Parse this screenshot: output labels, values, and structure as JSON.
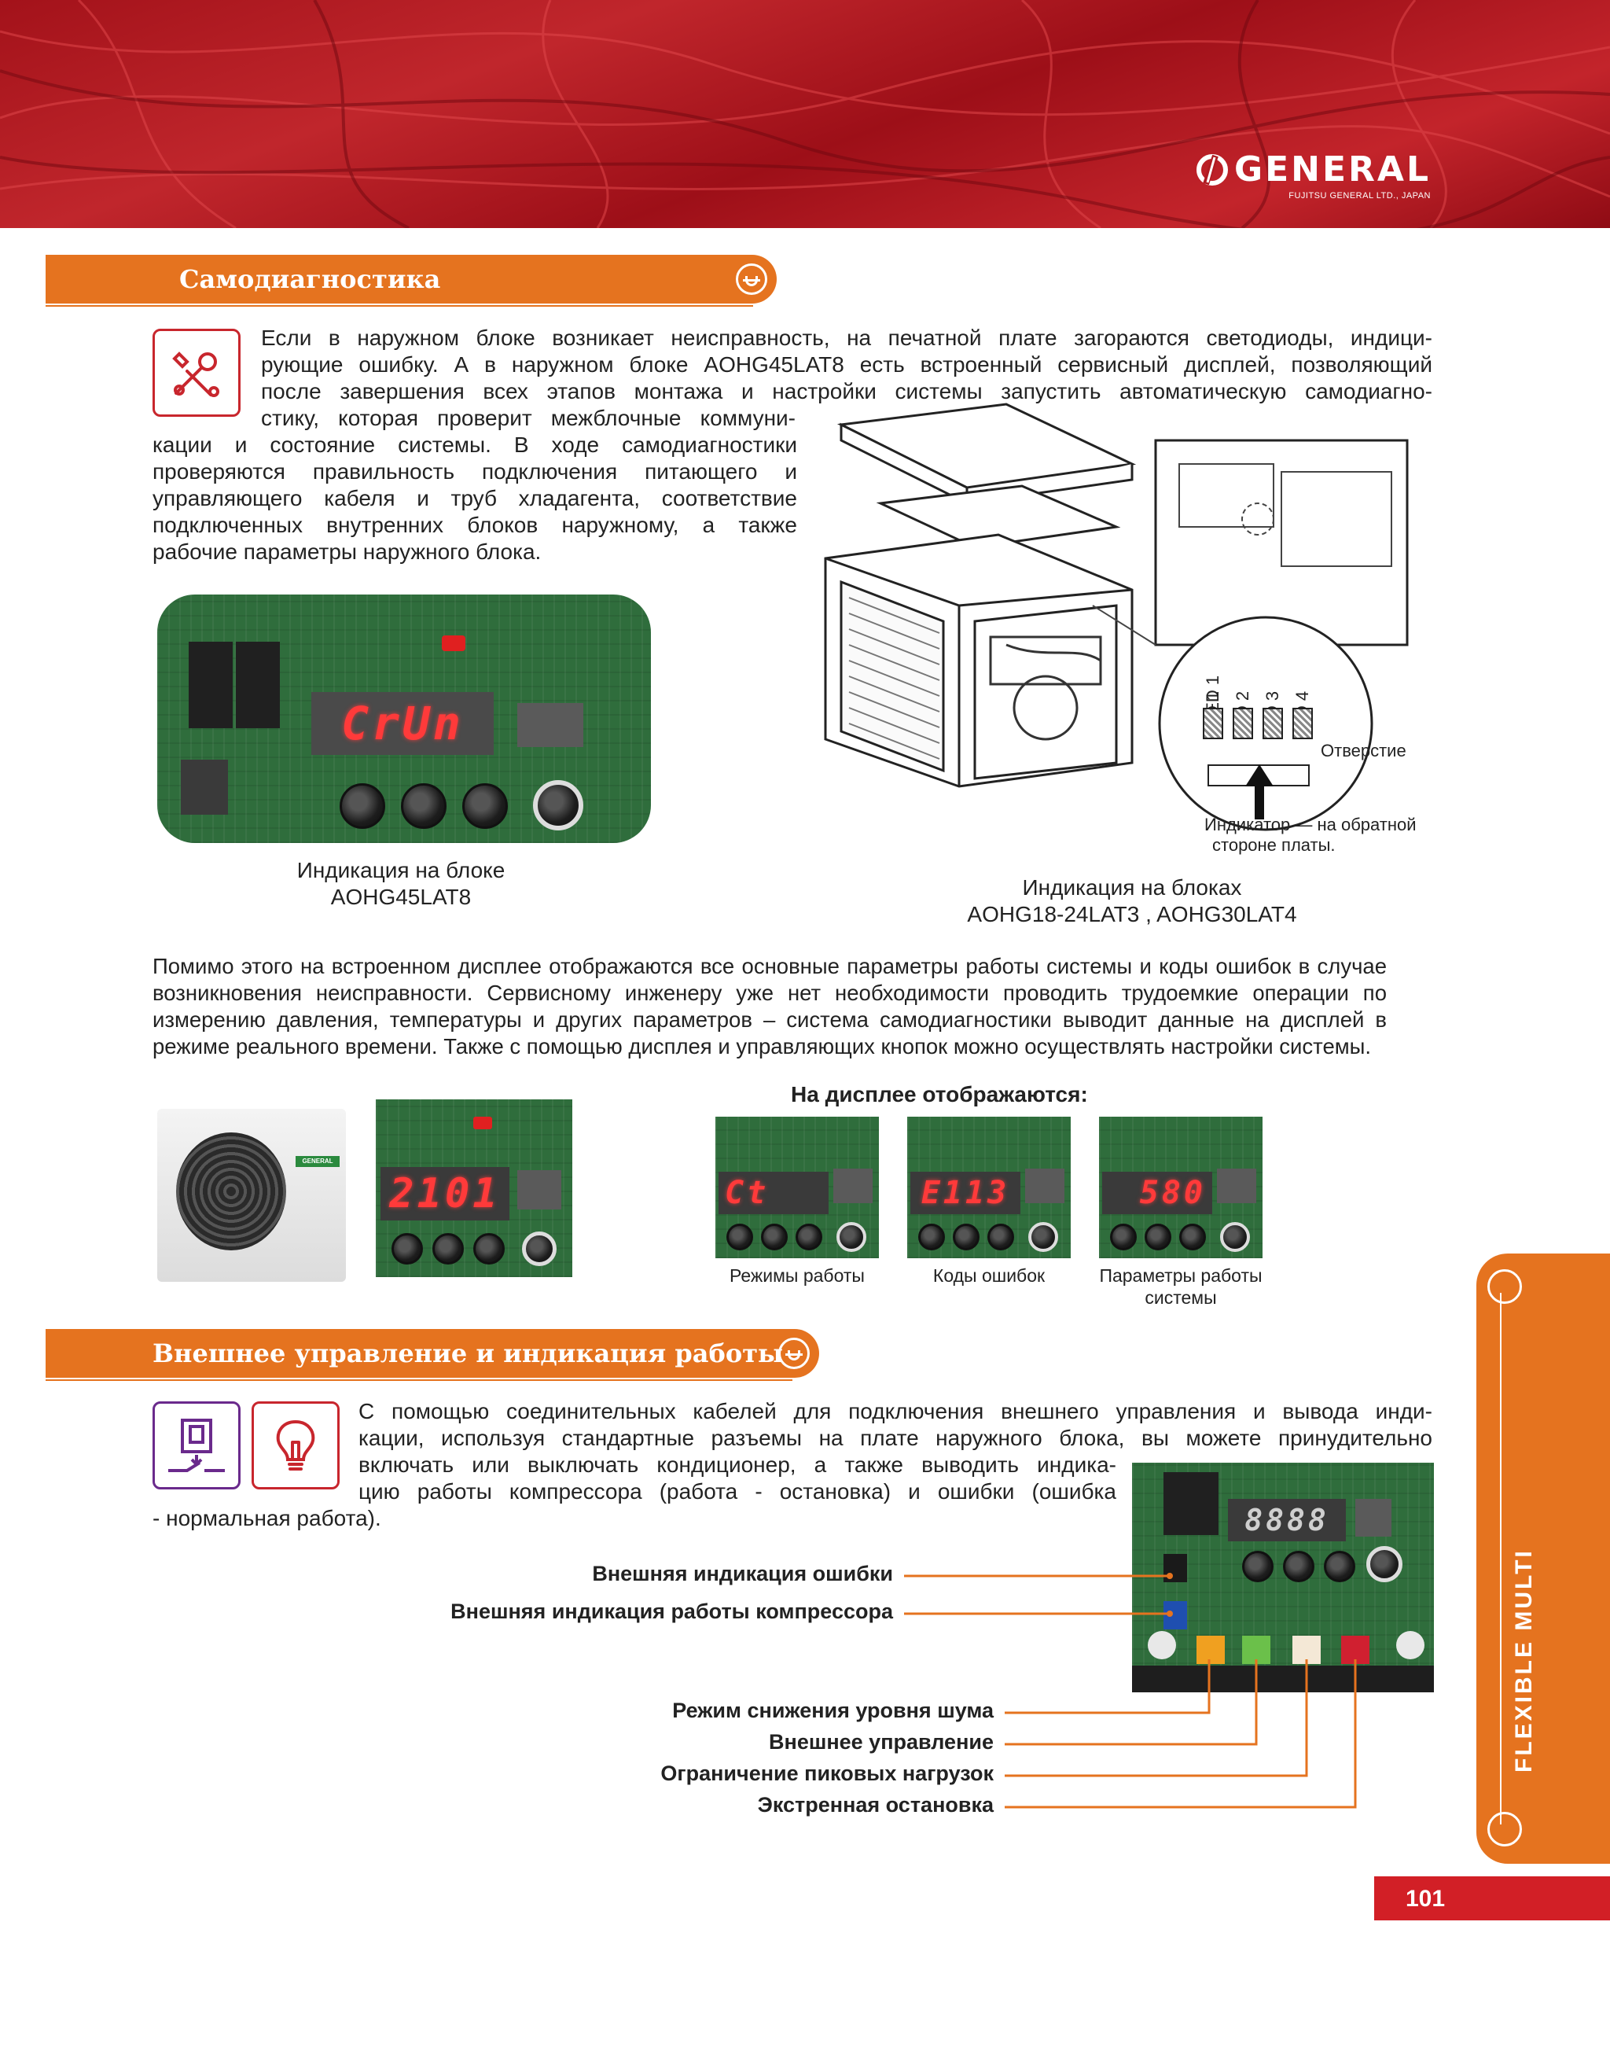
{
  "brand": {
    "name": "GENERAL",
    "subtitle": "FUJITSU GENERAL LTD., JAPAN"
  },
  "section1": {
    "title": "Самодиагностика",
    "intro_lines": [
      "Если в наружном блоке возникает неисправность, на печатной плате загораются светодиоды, индици-",
      "рующие ошибку. А в наружном блоке AOHG45LAT8 есть встроенный сервисный дисплей, позволяющий",
      "после завершения всех этапов монтажа и настройки системы запустить автоматическую самодиагно-",
      "стику, которая проверит межблочные коммуни-"
    ],
    "intro_cont": "кации и состояние системы. В ходе самодиагностики проверяются правильность подключения питающего и управляющего кабеля и труб хладагента, соответствие подключенных внутренних блоков наружному, а также рабочие параметры наружного блока.",
    "photo_display": "CrUn",
    "caption_left": [
      "Индикация на блоке",
      "AOHG45LAT8"
    ],
    "caption_right": [
      "Индикация на блоках",
      "AOHG18-24LAT3 , AOHG30LAT4"
    ],
    "diagram": {
      "leds": [
        "LED 1",
        "LED 2",
        "LED 3",
        "LED 4"
      ],
      "hole_label": "Отверстие",
      "indicator_label": [
        "Индикатор — на обратной",
        "стороне платы."
      ]
    },
    "body": "Помимо этого на встроенном дисплее отображаются все основные параметры работы системы и коды ошибок в случае возникновения неисправности. Сервисному инженеру уже нет необходимости проводить трудоемкие операции по измерению давления, температуры и других параметров – система самодиагностики выводит данные на дисплей в режиме реального времени. Также с помощью дисплея и управляющих кнопок можно осуществлять настройки системы.",
    "display_heading": "На дисплее отображаются:",
    "unit_label": "GENERAL",
    "big_display": "2101",
    "displays": [
      {
        "code": "Ct",
        "caption": "Режимы работы"
      },
      {
        "code": "E113",
        "caption": "Коды ошибок"
      },
      {
        "code": "580",
        "caption": "Параметры работы системы"
      }
    ]
  },
  "section2": {
    "title": "Внешнее управление и индикация работы",
    "intro_lines": [
      "С помощью соединительных кабелей для подключения внешнего управления и вывода инди-",
      "кации, используя стандартные разъемы на плате наружного  блока, вы можете принудительно",
      "включать или выключать кондиционер, а также выводить индика-",
      "цию работы компрессора (работа - остановка) и ошибки (ошибка"
    ],
    "intro_end": "- нормальная работа).",
    "labels_top": [
      "Внешняя индикация ошибки",
      "Внешняя индикация работы компрессора"
    ],
    "labels_bottom": [
      "Режим снижения уровня шума",
      "Внешнее управление",
      "Ограничение пиковых нагрузок",
      "Экстренная остановка"
    ],
    "board_display": "8888"
  },
  "side_tab": "FLEXIBLE MULTI",
  "page_number": "101",
  "colors": {
    "accent": "#e5731f",
    "banner": "#b01b22",
    "page_tag": "#d21f26"
  }
}
